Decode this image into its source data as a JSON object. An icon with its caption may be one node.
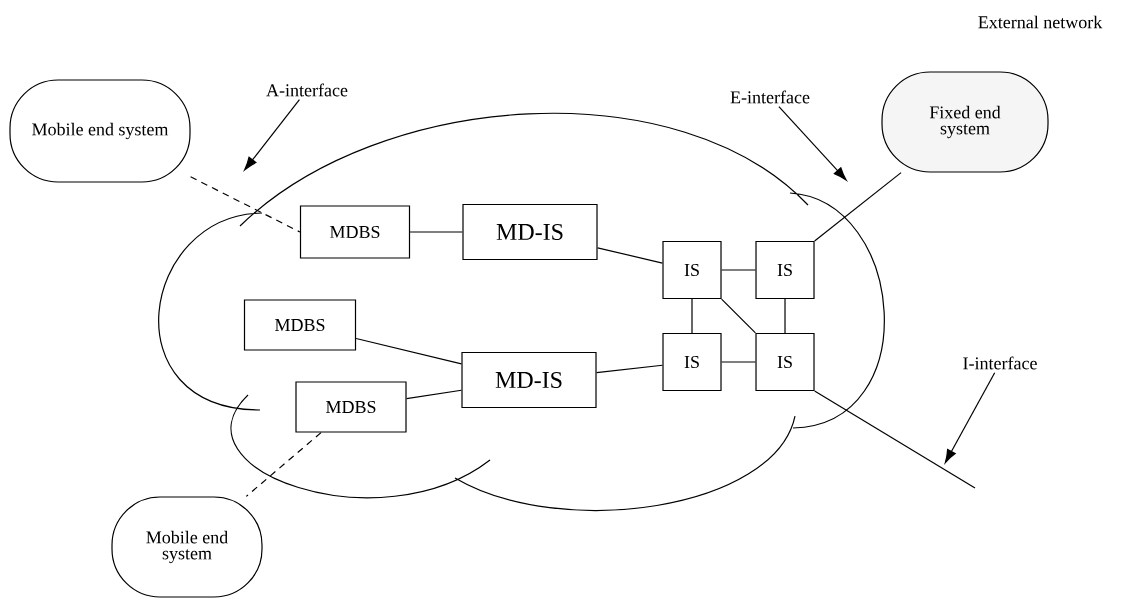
{
  "diagram": {
    "nodes": [
      {
        "text": [
          "Mobile end system"
        ]
      },
      {
        "text": [
          "A-interface"
        ]
      },
      {
        "text": [
          "E-interface"
        ]
      },
      {
        "text": [
          "Fixed end system"
        ]
      },
      {
        "text": [
          "MDBS"
        ]
      },
      {
        "text": [
          "MD-IS"
        ]
      },
      {
        "text": [
          "IS"
        ]
      },
      {
        "text": [
          "IS"
        ]
      },
      {
        "text": [
          "MDBS"
        ]
      },
      {
        "text": [
          "IS"
        ]
      },
      {
        "text": [
          "IS"
        ]
      },
      {
        "text": [
          "MDBS"
        ]
      },
      {
        "text": [
          "MD-IS"
        ]
      },
      {
        "text": [
          "I-interface"
        ]
      },
      {
        "text": [
          "Mobile end system"
        ]
      }
    ],
    "edges": [
      {
        "from": 0,
        "to": 4,
        "arrow": "none",
        "style": "dashed"
      },
      {
        "from": 1,
        "to": null,
        "arrow": "to"
      },
      {
        "from": 2,
        "to": null,
        "arrow": "to"
      },
      {
        "from": 4,
        "to": 5,
        "arrow": "none"
      },
      {
        "from": 5,
        "to": 6,
        "arrow": "none"
      },
      {
        "from": 6,
        "to": 7,
        "arrow": "none"
      },
      {
        "from": 7,
        "to": 3,
        "arrow": "none"
      },
      {
        "from": 6,
        "to": 9,
        "arrow": "none"
      },
      {
        "from": 7,
        "to": 10,
        "arrow": "none"
      },
      {
        "from": 6,
        "to": 10,
        "arrow": "none"
      },
      {
        "from": 9,
        "to": 10,
        "arrow": "none"
      },
      {
        "from": 8,
        "to": 12,
        "arrow": "none"
      },
      {
        "from": 11,
        "to": 12,
        "arrow": "none"
      },
      {
        "from": 12,
        "to": 9,
        "arrow": "none"
      },
      {
        "from": 10,
        "to": null,
        "arrow": "none"
      },
      {
        "from": 13,
        "to": null,
        "arrow": "to"
      },
      {
        "from": 11,
        "to": 14,
        "arrow": "none",
        "style": "dashed"
      }
    ],
    "labels": [
      "External network"
    ]
  }
}
